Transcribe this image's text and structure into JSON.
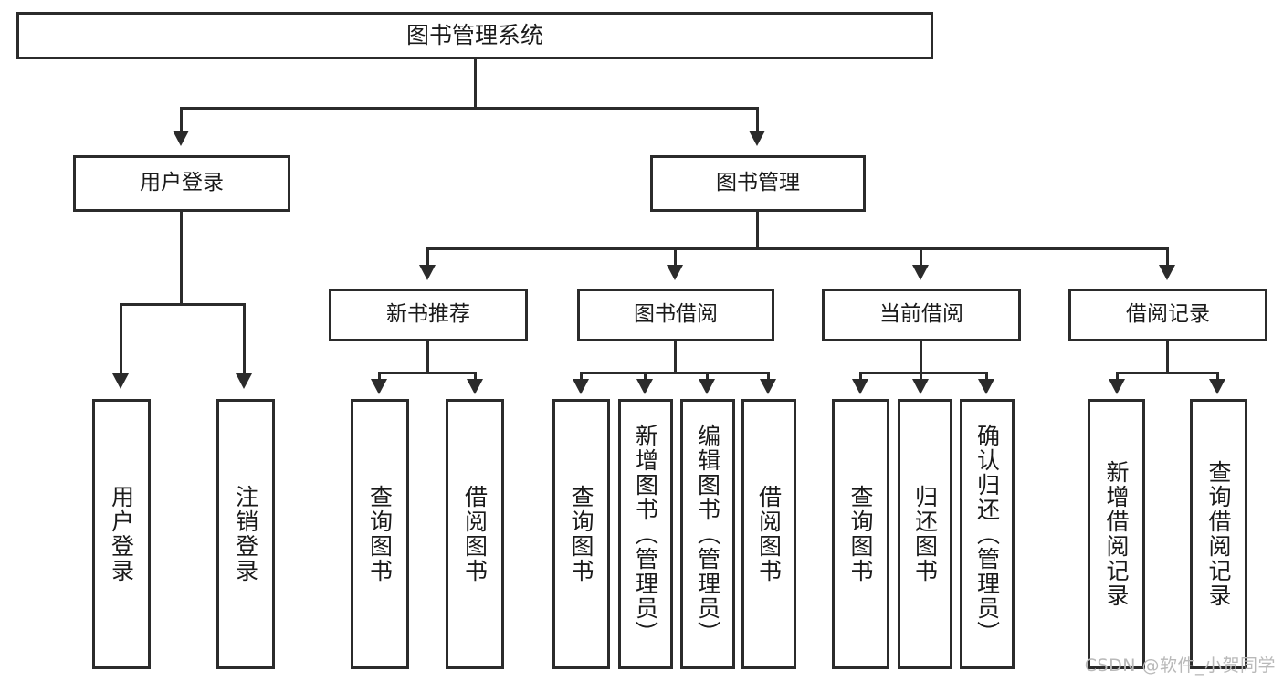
{
  "diagram": {
    "title": "图书管理系统",
    "watermark": "CSDN @软件_小贺同学",
    "type": "hierarchy-tree",
    "root": {
      "label": "图书管理系统"
    },
    "level1": [
      {
        "label": "用户登录"
      },
      {
        "label": "图书管理"
      }
    ],
    "level2": [
      {
        "label": "新书推荐"
      },
      {
        "label": "图书借阅"
      },
      {
        "label": "当前借阅"
      },
      {
        "label": "借阅记录"
      }
    ],
    "leaves": {
      "user_login": [
        {
          "label": "用户登录"
        },
        {
          "label": "注销登录"
        }
      ],
      "new_book_recommend": [
        {
          "label": "查询图书"
        },
        {
          "label": "借阅图书"
        }
      ],
      "book_borrow": [
        {
          "label": "查询图书"
        },
        {
          "label": "新增图书（管理员）"
        },
        {
          "label": "编辑图书（管理员）"
        },
        {
          "label": "借阅图书"
        }
      ],
      "current_borrow": [
        {
          "label": "查询图书"
        },
        {
          "label": "归还图书"
        },
        {
          "label": "确认归还（管理员）"
        }
      ],
      "borrow_record": [
        {
          "label": "新增借阅记录"
        },
        {
          "label": "查询借阅记录"
        }
      ]
    },
    "colors": {
      "stroke": "#2b2b2b",
      "fill": "#ffffff",
      "text": "#1a1a1a",
      "watermark": "#b9b9b9"
    }
  }
}
